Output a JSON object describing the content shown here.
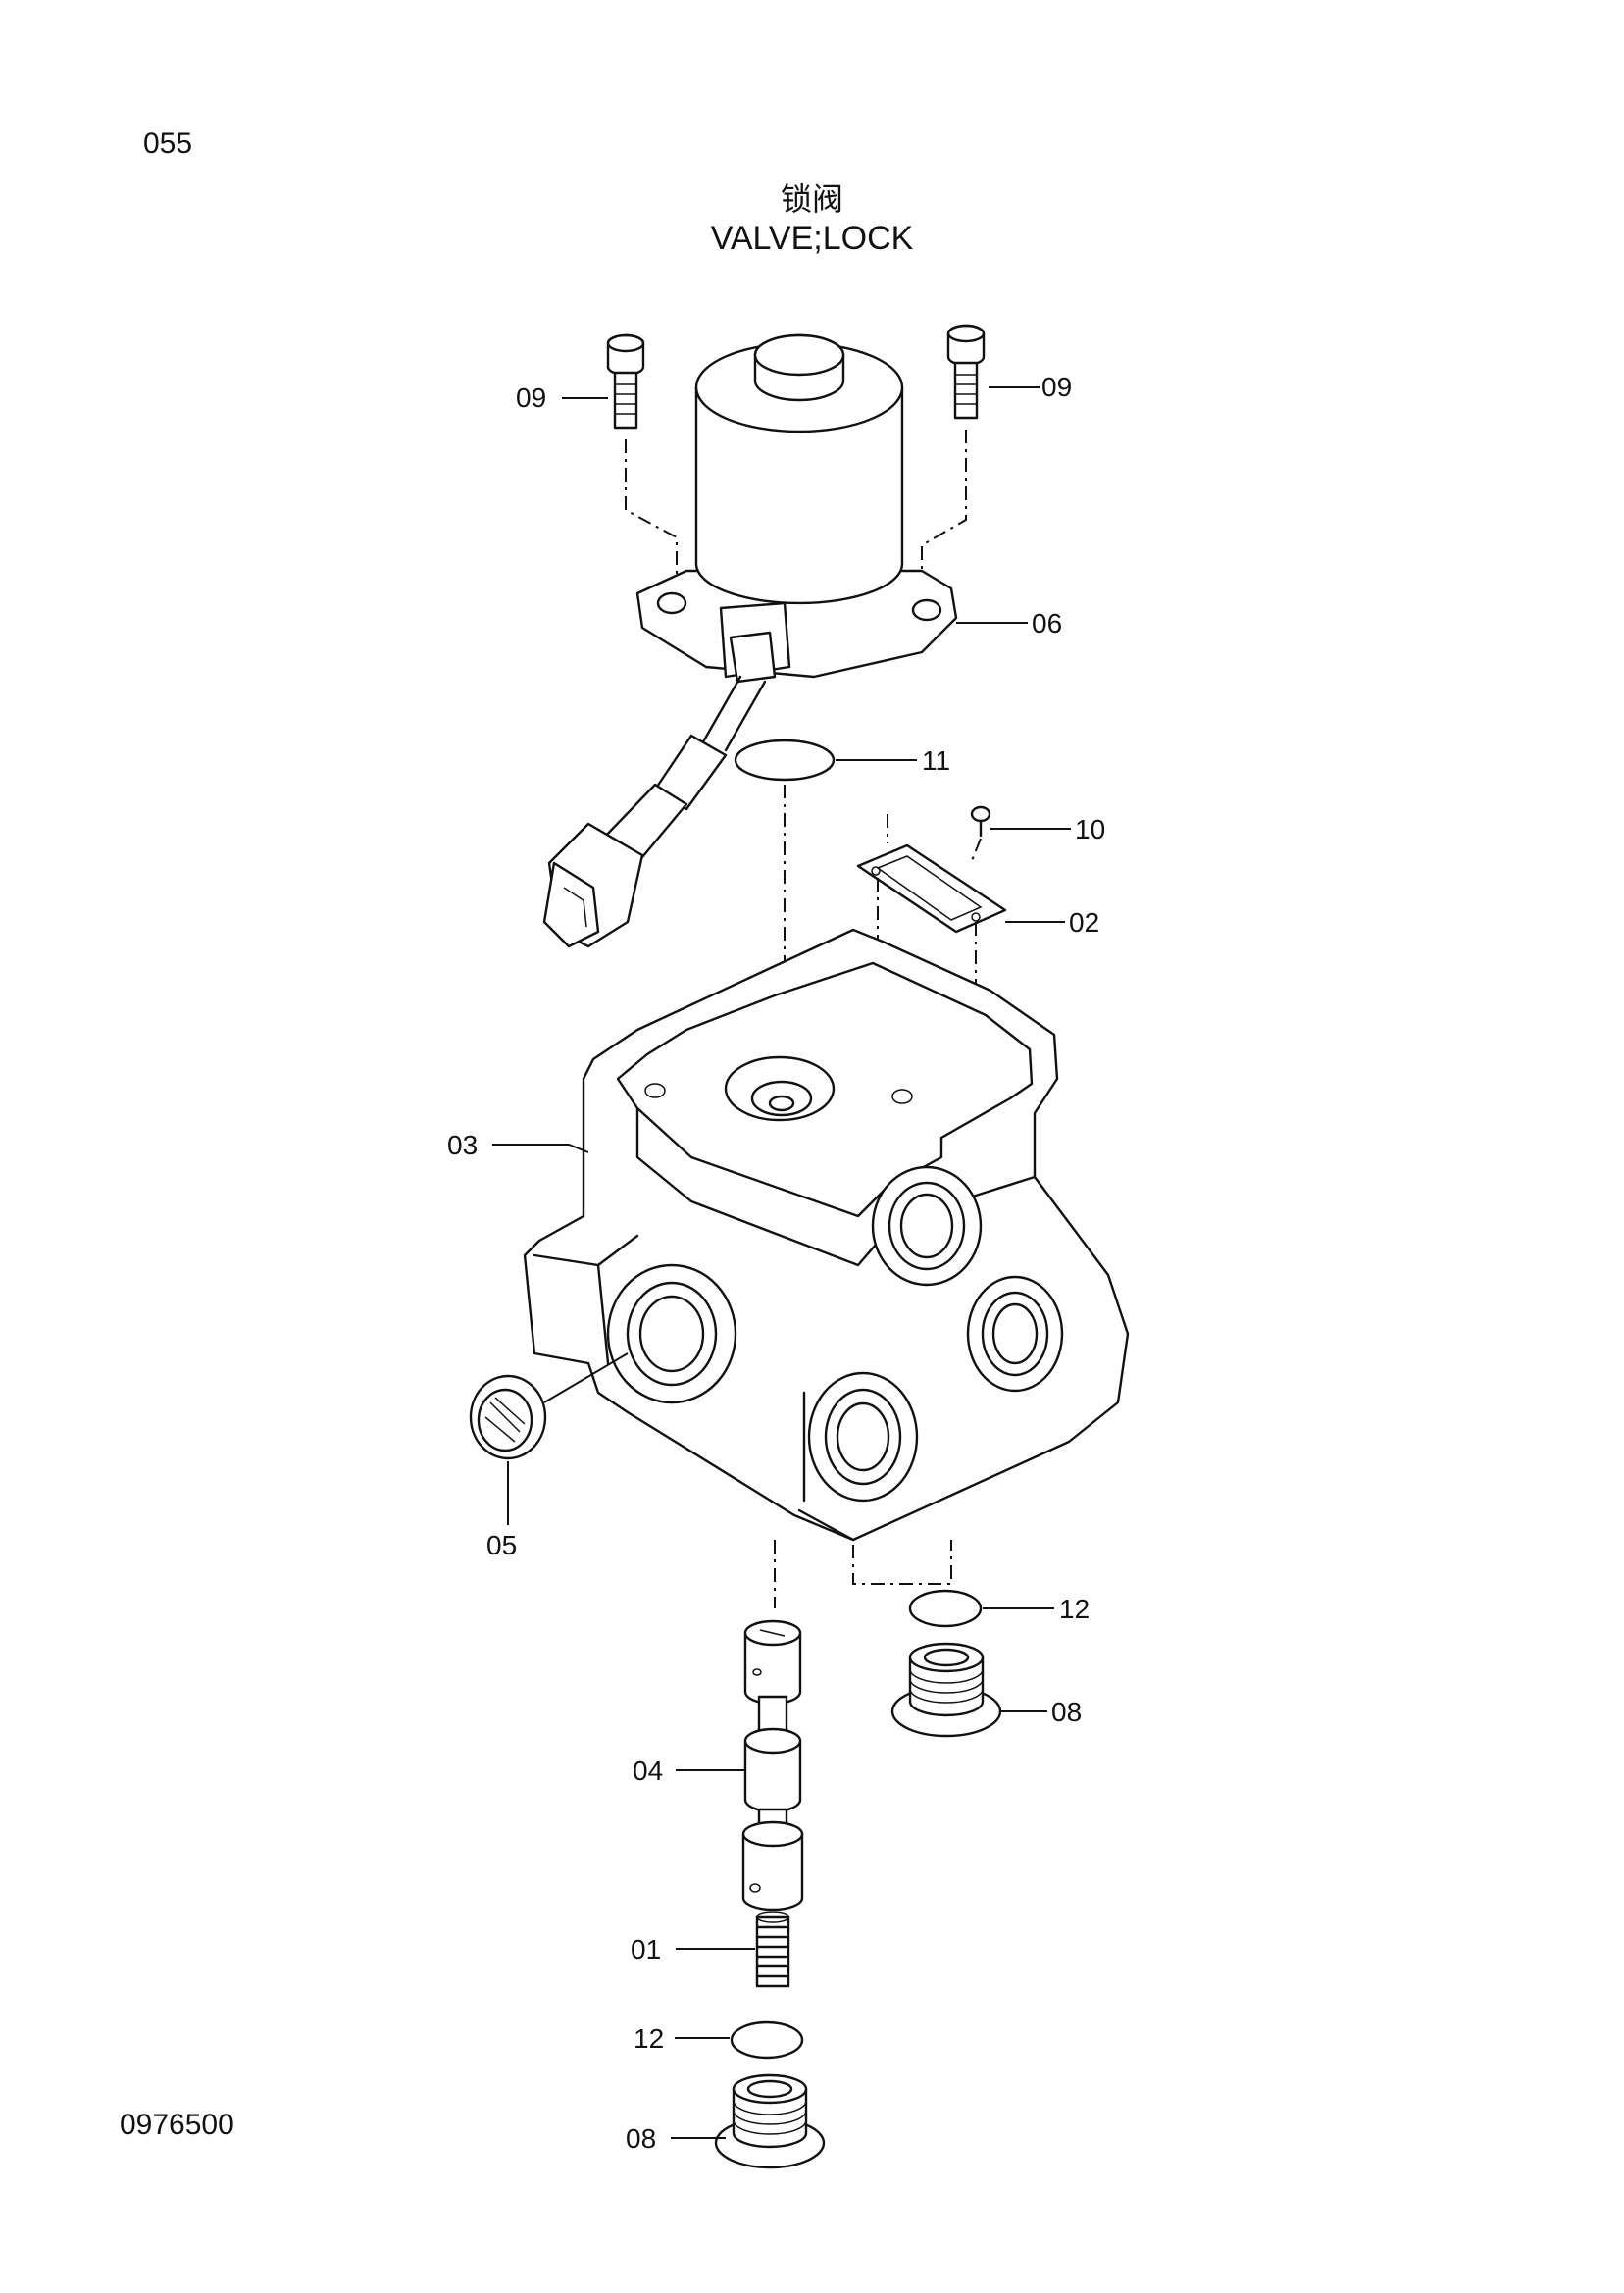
{
  "page": {
    "number": "055",
    "title_cn": "锁阀",
    "title_en": "VALVE;LOCK",
    "doc_code": "0976500"
  },
  "callouts": {
    "c09a": "09",
    "c09b": "09",
    "c06": "06",
    "c11": "11",
    "c10": "10",
    "c02": "02",
    "c03": "03",
    "c05": "05",
    "c12a": "12",
    "c08a": "08",
    "c04": "04",
    "c01": "01",
    "c12b": "12",
    "c08b": "08"
  }
}
